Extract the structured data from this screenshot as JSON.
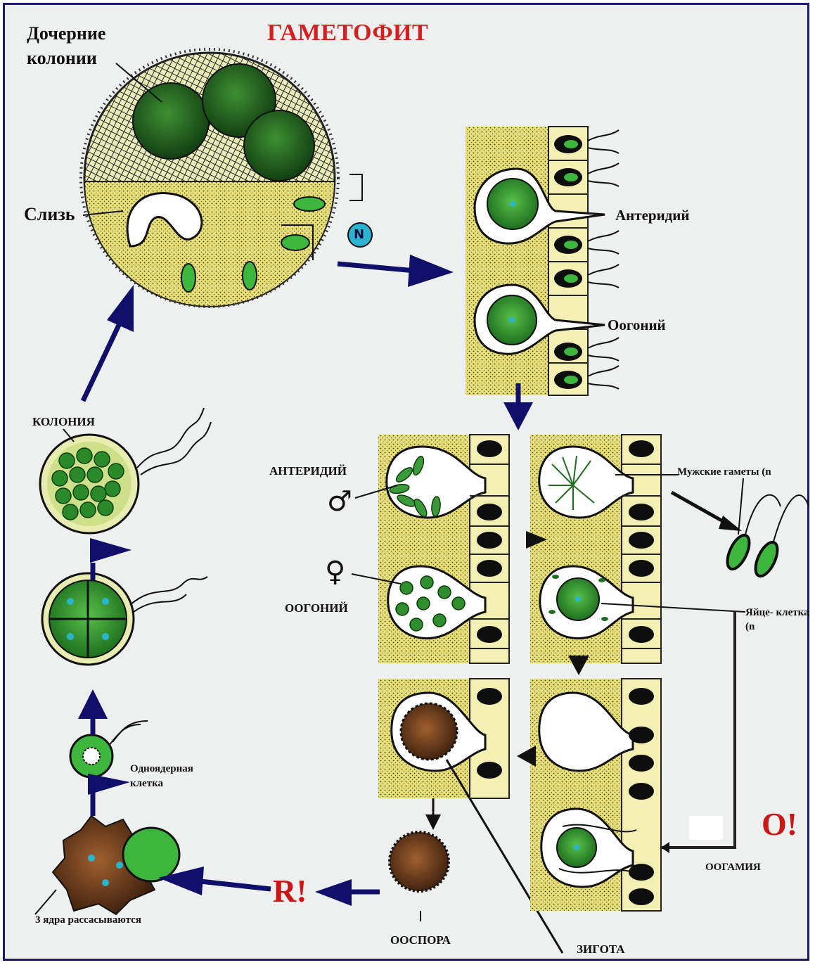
{
  "title": "ГАМЕТОФИТ",
  "labels": {
    "daughter_colonies": "Дочерние колонии",
    "slime": "Слизь",
    "haploid": "N",
    "antheridium": "Антеридий",
    "oogonium": "Оогоний",
    "antheridium_caps": "АНТЕРИДИЙ",
    "oogonium_caps": "ООГОНИЙ",
    "male": "♂",
    "female": "♀",
    "male_gametes": "Мужские гаметы (n",
    "egg_cell": "Яйце- клетка (n",
    "oogamy": "ООГАМИЯ",
    "oogamy_mark": "О!",
    "zygote": "ЗИГОТА",
    "oospore": "ООСПОРА",
    "reduction_mark": "R!",
    "nuclei_resorb": "3 ядра рассасываются",
    "uninuclear_cell": "Одноядерная клетка",
    "colony": "КОЛОНИЯ"
  },
  "colors": {
    "arrow": "#10106a",
    "title": "#d42020",
    "mark": "#cc1515",
    "cell_green": "#2f9a2f",
    "slime_yellow": "#e4dc80",
    "spore_brown": "#6a3c1c",
    "nucleus": "#29b6cc"
  }
}
